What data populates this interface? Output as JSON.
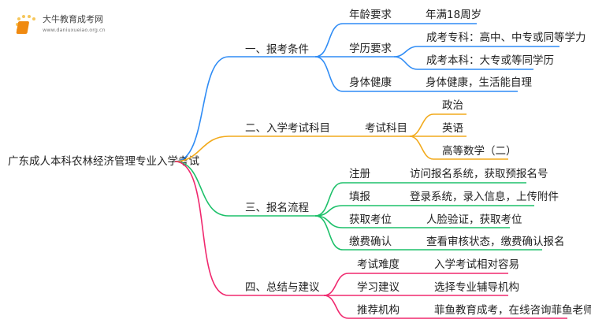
{
  "logo": {
    "name": "大牛教育成考网",
    "url": "www.daniuxueiao.org.cn"
  },
  "colors": {
    "blue": "#2f8cf5",
    "orange": "#f2aa1c",
    "green": "#1dc06a",
    "pink": "#f0286e"
  },
  "root": "广东成人本科农林经济管理专业入学考试",
  "b1": {
    "label": "一、报考条件",
    "c1": "年龄要求",
    "c1v": "年满18周岁",
    "c2": "学历要求",
    "c2a": "成考专科：高中、中专或同等学力",
    "c2b": "成考本科：大专或等同学历",
    "c3": "身体健康",
    "c3v": "身体健康，生活能自理"
  },
  "b2": {
    "label": "二、入学考试科目",
    "c1": "考试科目",
    "s1": "政治",
    "s2": "英语",
    "s3": "高等数学（二）"
  },
  "b3": {
    "label": "三、报名流程",
    "c1": "注册",
    "c1v": "访问报名系统，获取预报名号",
    "c2": "填报",
    "c2v": "登录系统，录入信息，上传附件",
    "c3": "获取考位",
    "c3v": "人脸验证，获取考位",
    "c4": "缴费确认",
    "c4v": "查看审核状态，缴费确认报名"
  },
  "b4": {
    "label": "四、总结与建议",
    "c1": "考试难度",
    "c1v": "入学考试相对容易",
    "c2": "学习建议",
    "c2v": "选择专业辅导机构",
    "c3": "推荐机构",
    "c3v": "菲鱼教育成考，在线咨询菲鱼老师"
  }
}
